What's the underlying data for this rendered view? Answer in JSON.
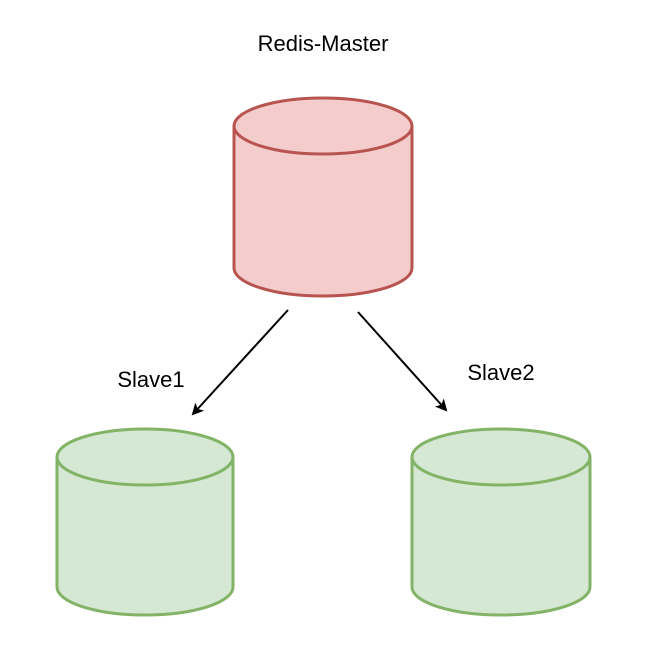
{
  "nodes": {
    "master": {
      "label": "Redis-Master"
    },
    "slave1": {
      "label": "Slave1"
    },
    "slave2": {
      "label": "Slave2"
    }
  },
  "colors": {
    "master_fill": "#f4cccc",
    "master_stroke": "#b85450",
    "slave_fill": "#d5e8d4",
    "slave_stroke": "#82b366",
    "edge": "#000000"
  }
}
